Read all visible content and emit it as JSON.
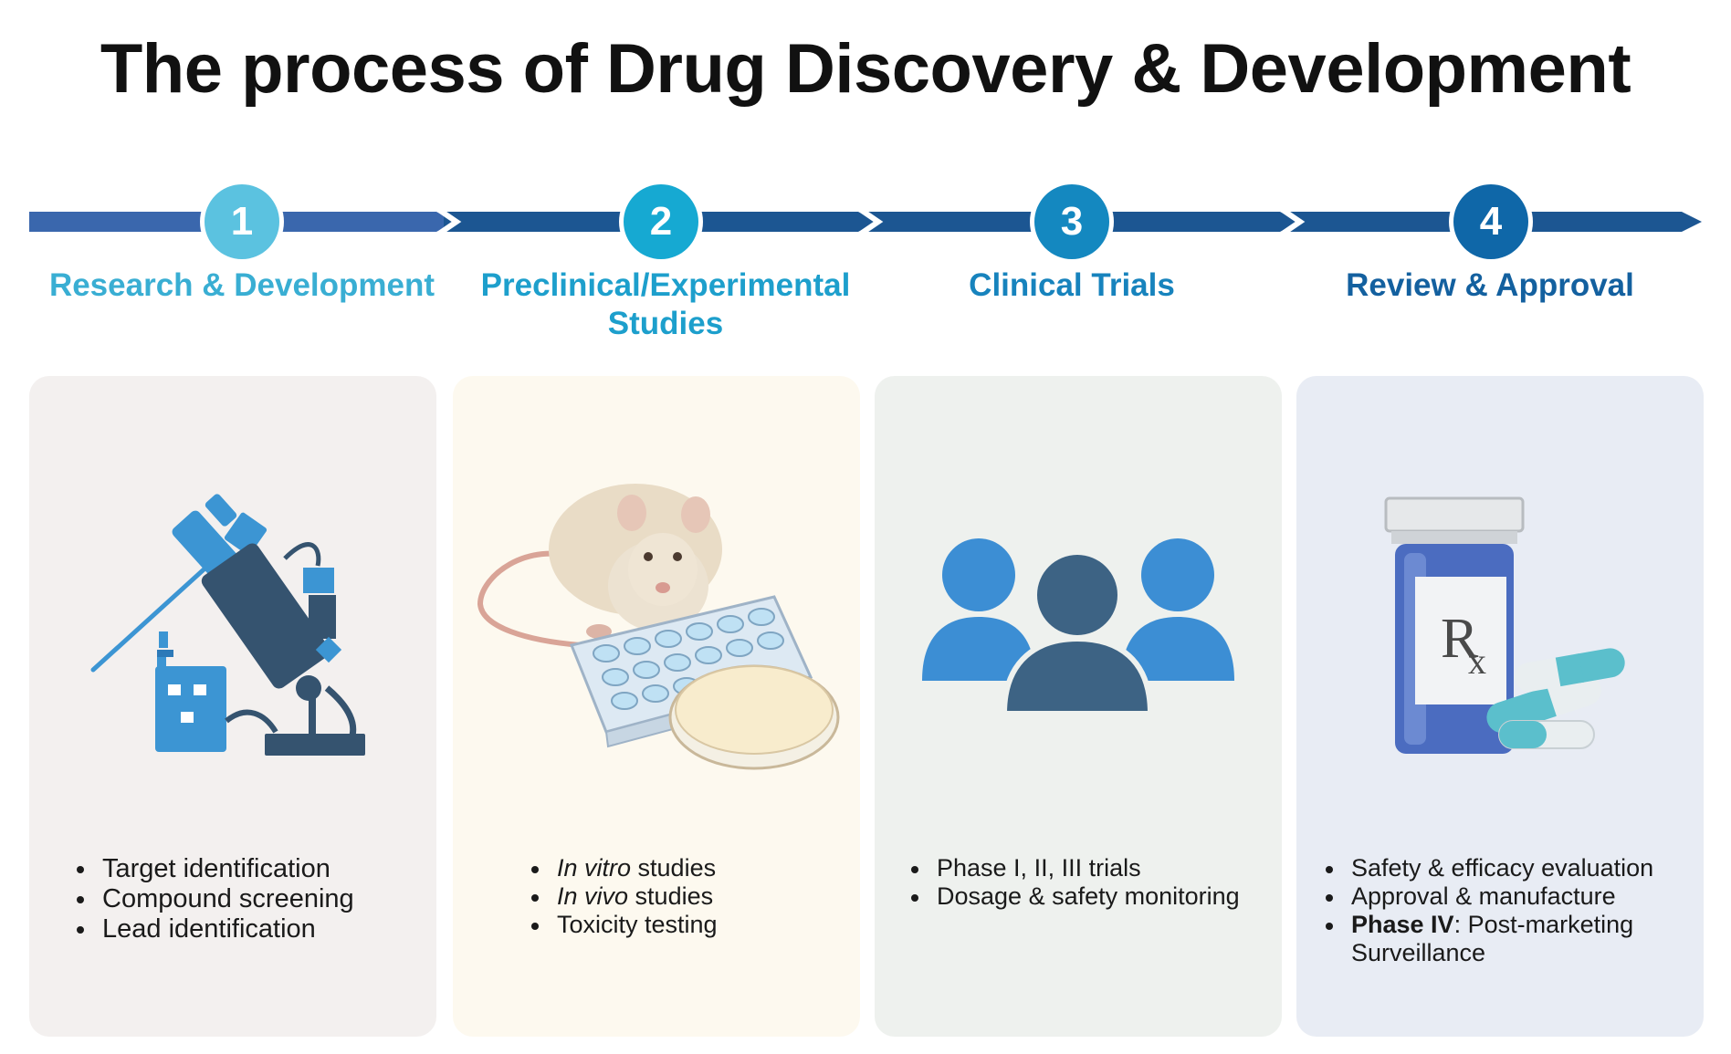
{
  "title": "The process of Drug Discovery & Development",
  "colors": {
    "step1": "#5bc2e0",
    "step2": "#16a9d2",
    "step3": "#1488c0",
    "step4": "#0f67a8",
    "arrow": "#1c5692",
    "card1_bg": "#f3f0ef",
    "card2_bg": "#fdf9ef",
    "card3_bg": "#eef1ee",
    "card4_bg": "#e8ecf4"
  },
  "stages": [
    {
      "number": "1",
      "label": "Research & Development",
      "illustration": "lab-equipment-icon",
      "bullets": [
        "Target identification",
        "Compound screening",
        "Lead identification"
      ]
    },
    {
      "number": "2",
      "label": "Preclinical/Experimental Studies",
      "illustration": "rat-and-well-plate-icon",
      "bullets": [
        {
          "italic": "In vitro",
          "rest": " studies"
        },
        {
          "italic": "In vivo",
          "rest": " studies"
        },
        "Toxicity testing"
      ]
    },
    {
      "number": "3",
      "label": "Clinical Trials",
      "illustration": "people-group-icon",
      "bullets": [
        "Phase I, II, III trials",
        "Dosage & safety monitoring"
      ]
    },
    {
      "number": "4",
      "label": "Review & Approval",
      "illustration": "prescription-bottle-icon",
      "rx": "R",
      "rx_sub": "x",
      "bullets": [
        "Safety & efficacy evaluation",
        "Approval & manufacture",
        {
          "bold": "Phase IV",
          "rest": ": Post-marketing Surveillance"
        }
      ]
    }
  ]
}
